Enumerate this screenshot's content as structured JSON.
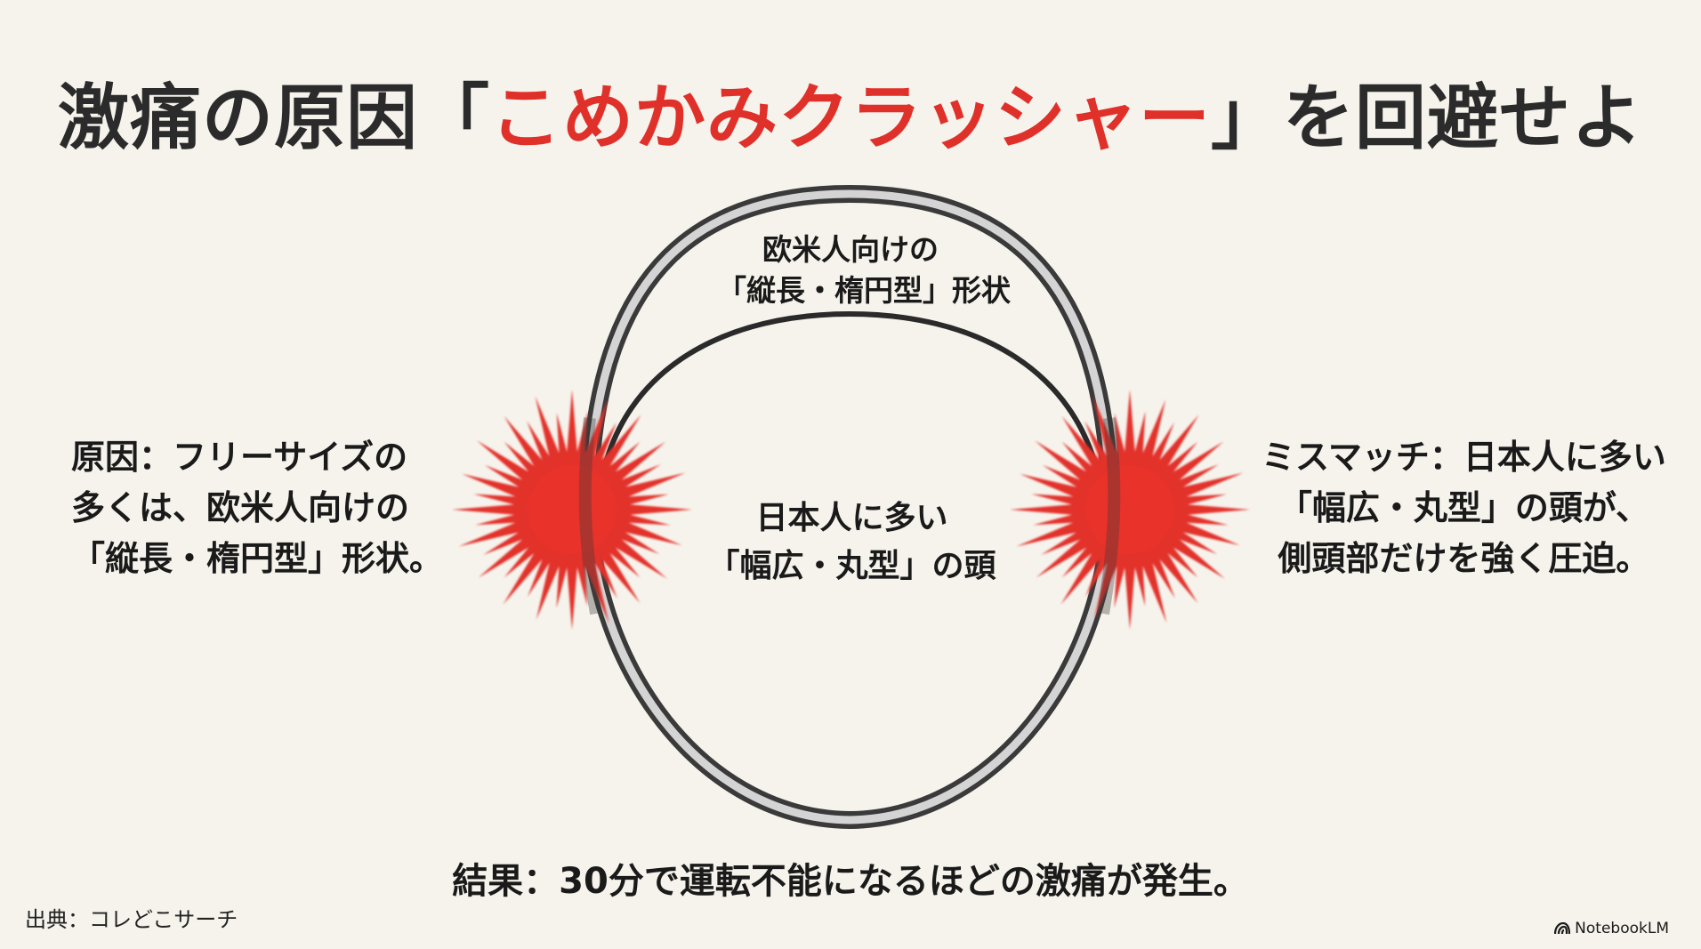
{
  "title": {
    "prefix": "激痛の原因「",
    "highlight": "こめかみクラッシャー",
    "suffix": "」を回避せよ",
    "highlight_color": "#e0302a",
    "text_color": "#2b2b2b"
  },
  "diagram": {
    "helmet_label": {
      "line1": "欧米人向けの",
      "line2": "「縦長・楕円型」形状"
    },
    "head_label": {
      "line1": "日本人に多い",
      "line2": "「幅広・丸型」の頭"
    },
    "pressure_points": [
      {
        "side": "left",
        "icon": "burst-icon",
        "color": "#e8322a"
      },
      {
        "side": "right",
        "icon": "burst-icon",
        "color": "#e8322a"
      }
    ],
    "colors": {
      "helmet_outline": "#3a3a3a",
      "helmet_fill": "#d4d4d4",
      "head_outline": "#2a2a2a",
      "burst": "#e8322a"
    }
  },
  "cause": {
    "line1": "原因：フリーサイズの",
    "line2": "多くは、欧米人向けの",
    "line3": "「縦長・楕円型」形状。"
  },
  "mismatch": {
    "line1": "ミスマッチ：日本人に多い",
    "line2": "「幅広・丸型」の頭が、",
    "line3": "側頭部だけを強く圧迫。"
  },
  "result": {
    "text": "結果：30分で運転不能になるほどの激痛が発生。"
  },
  "footer": {
    "source": "出典：コレどこサーチ",
    "brand": "NotebookLM"
  },
  "background_color": "#f6f3ec"
}
